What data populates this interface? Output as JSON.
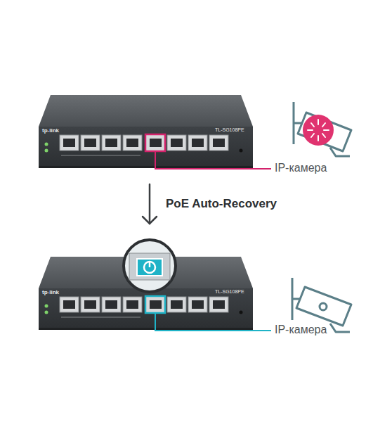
{
  "diagram": {
    "labels": [
      "tp-link",
      "TL-SG108PE",
      "IP-камера",
      "PoE Auto-Recovery",
      "tp-link",
      "TL-SG108PE",
      "IP-камера"
    ]
  }
}
